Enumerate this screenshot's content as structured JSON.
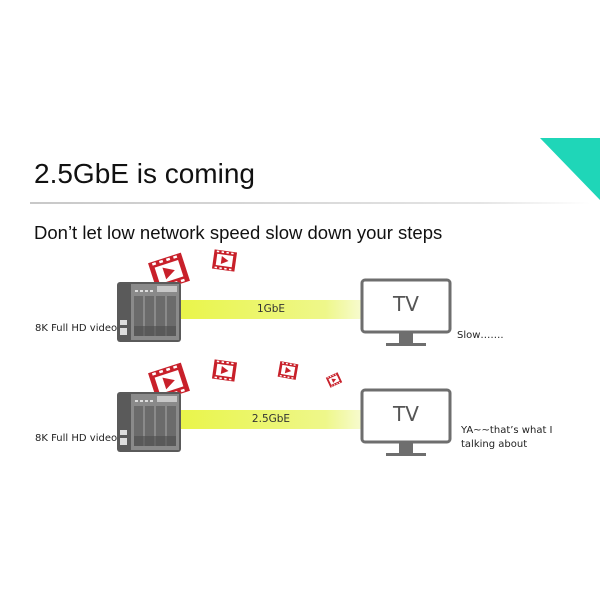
{
  "slide": {
    "title": "2.5GbE is coming",
    "subtitle": "Don’t let low network speed slow down your steps",
    "accent_color": "#1fd6b8"
  },
  "rows": [
    {
      "source_label": "8K Full HD video",
      "link_speed": "1GbE",
      "tv_label": "TV",
      "comment": "Slow……."
    },
    {
      "source_label": "8K Full HD video",
      "link_speed": "2.5GbE",
      "tv_label": "TV",
      "comment_line1": "YA~~that’s what I",
      "comment_line2": "talking about"
    }
  ]
}
